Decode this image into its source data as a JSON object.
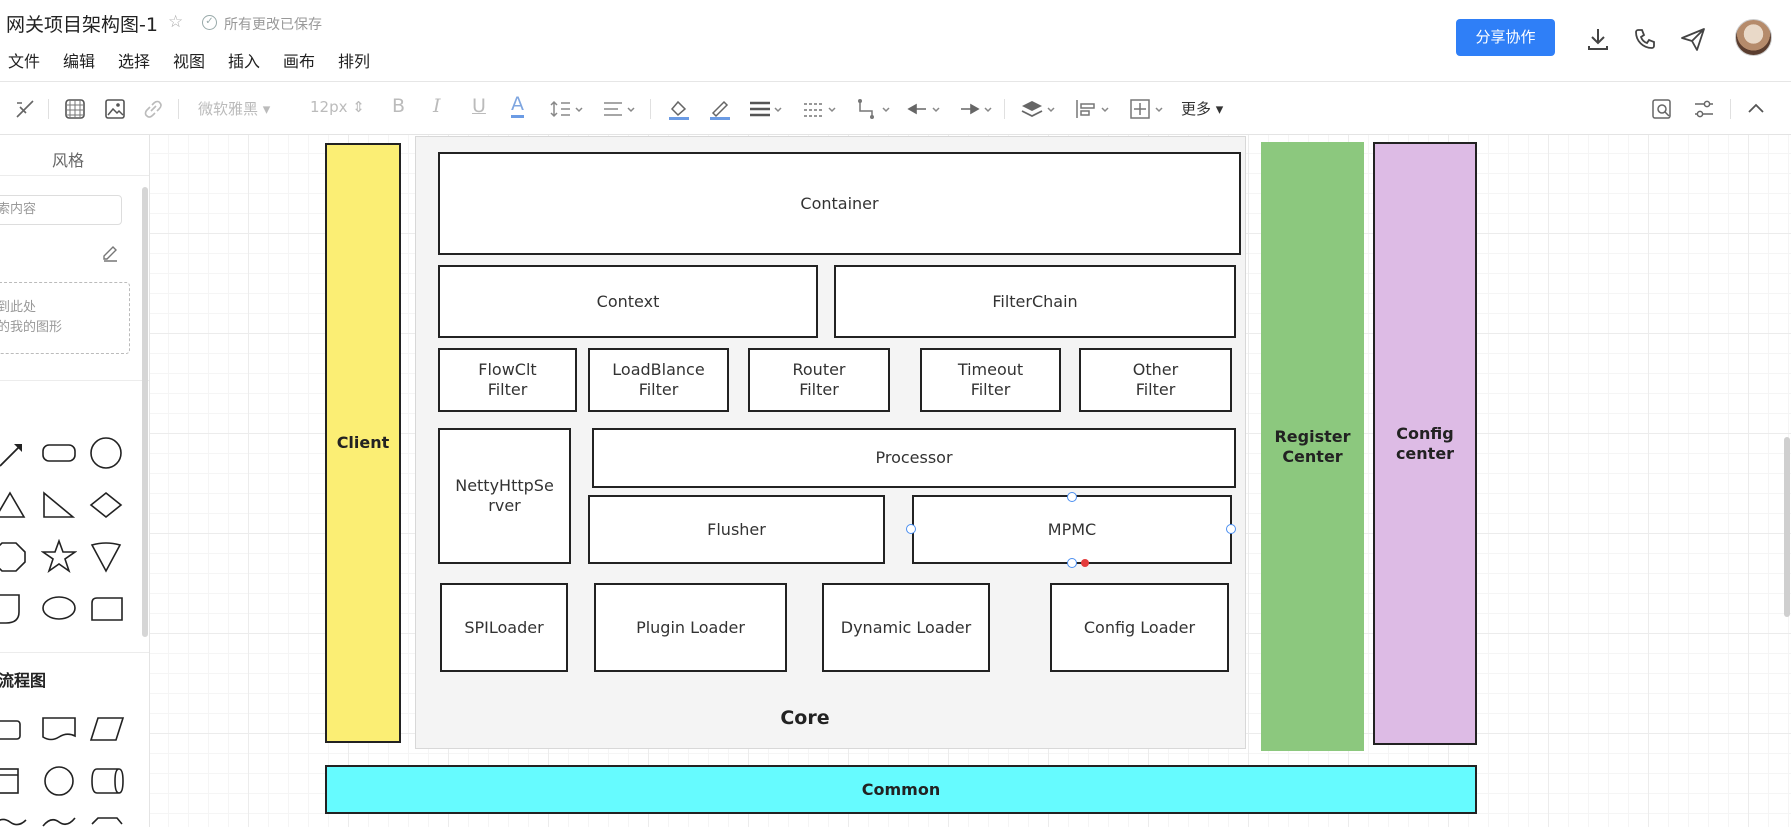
{
  "header": {
    "title": "网关项目架构图-1",
    "saved_status": "所有更改已保存",
    "share_label": "分享协作",
    "menus": [
      "文件",
      "编辑",
      "选择",
      "视图",
      "插入",
      "画布",
      "排列"
    ]
  },
  "toolbar": {
    "font_family": "微软雅黑",
    "font_size": "12px",
    "more_label": "更多"
  },
  "sidebar": {
    "tab_label": "风格",
    "search_placeholder": "索内容",
    "drop_line1": "到此处",
    "drop_line2": "的我的图形",
    "flow_title": "流程图"
  },
  "diagram": {
    "client": "Client",
    "register_center": "Register Center",
    "config_center": "Config center",
    "common": "Common",
    "core": "Core",
    "container": "Container",
    "context": "Context",
    "filterchain": "FilterChain",
    "filters": [
      "FlowClt Filter",
      "LoadBlance Filter",
      "Router Filter",
      "Timeout Filter",
      "Other Filter"
    ],
    "netty": "NettyHttpServer",
    "processor": "Processor",
    "flusher": "Flusher",
    "mpmc": "MPMC",
    "loaders": [
      "SPILoader",
      "Plugin Loader",
      "Dynamic Loader",
      "Config Loader"
    ],
    "colors": {
      "client": "#fbee74",
      "register_center": "#8cc87e",
      "config_center": "#ddbbe5",
      "common": "#66fbff"
    }
  }
}
